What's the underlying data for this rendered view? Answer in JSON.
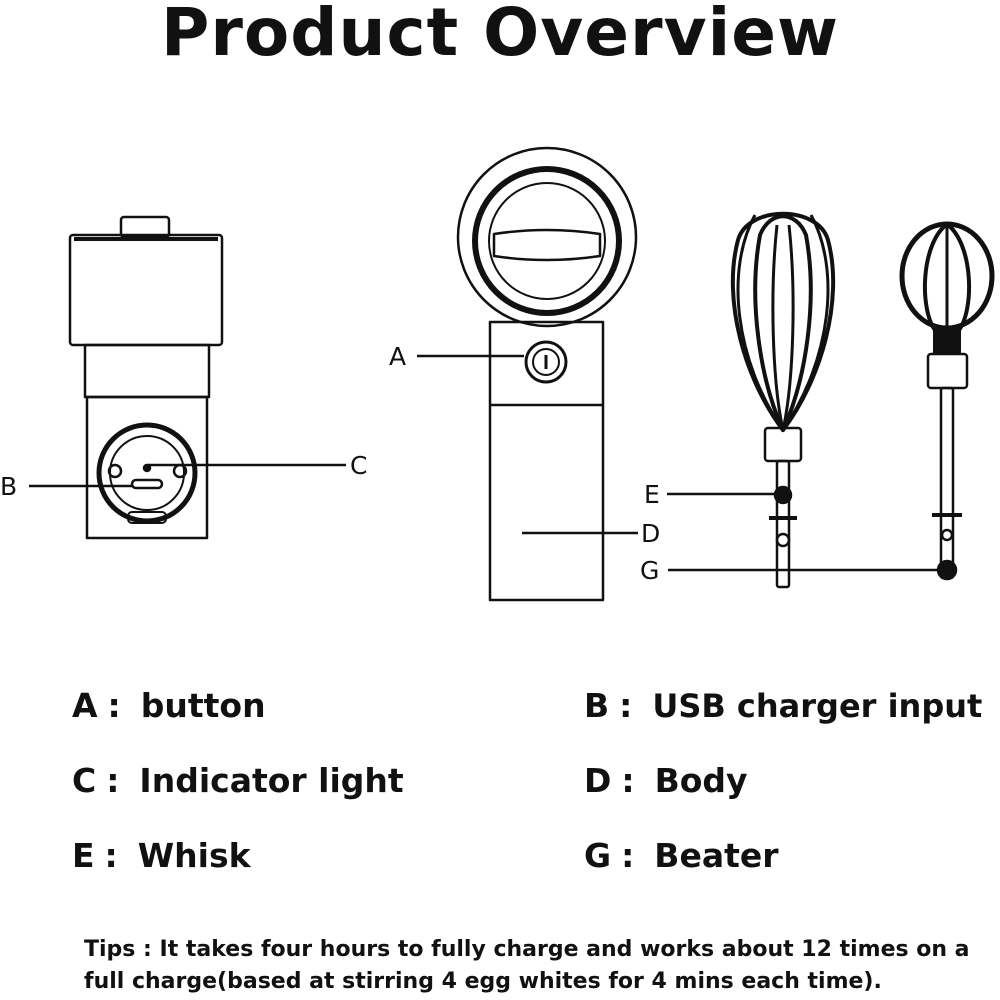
{
  "title": "Product Overview",
  "callouts": {
    "A": "A",
    "B": "B",
    "C": "C",
    "D": "D",
    "E": "E",
    "G": "G"
  },
  "legend": [
    {
      "key": "A",
      "sep": ":",
      "label": "button"
    },
    {
      "key": "B",
      "sep": ":",
      "label": "USB charger input"
    },
    {
      "key": "C",
      "sep": ":",
      "label": "Indicator light"
    },
    {
      "key": "D",
      "sep": ":",
      "label": "Body"
    },
    {
      "key": "E",
      "sep": ":",
      "label": "Whisk"
    },
    {
      "key": "G",
      "sep": ":",
      "label": "Beater"
    }
  ],
  "tips": "Tips : It takes four hours to fully charge and works about 12 times on a full charge(based at stirring 4 egg whites for 4 mins each time)."
}
